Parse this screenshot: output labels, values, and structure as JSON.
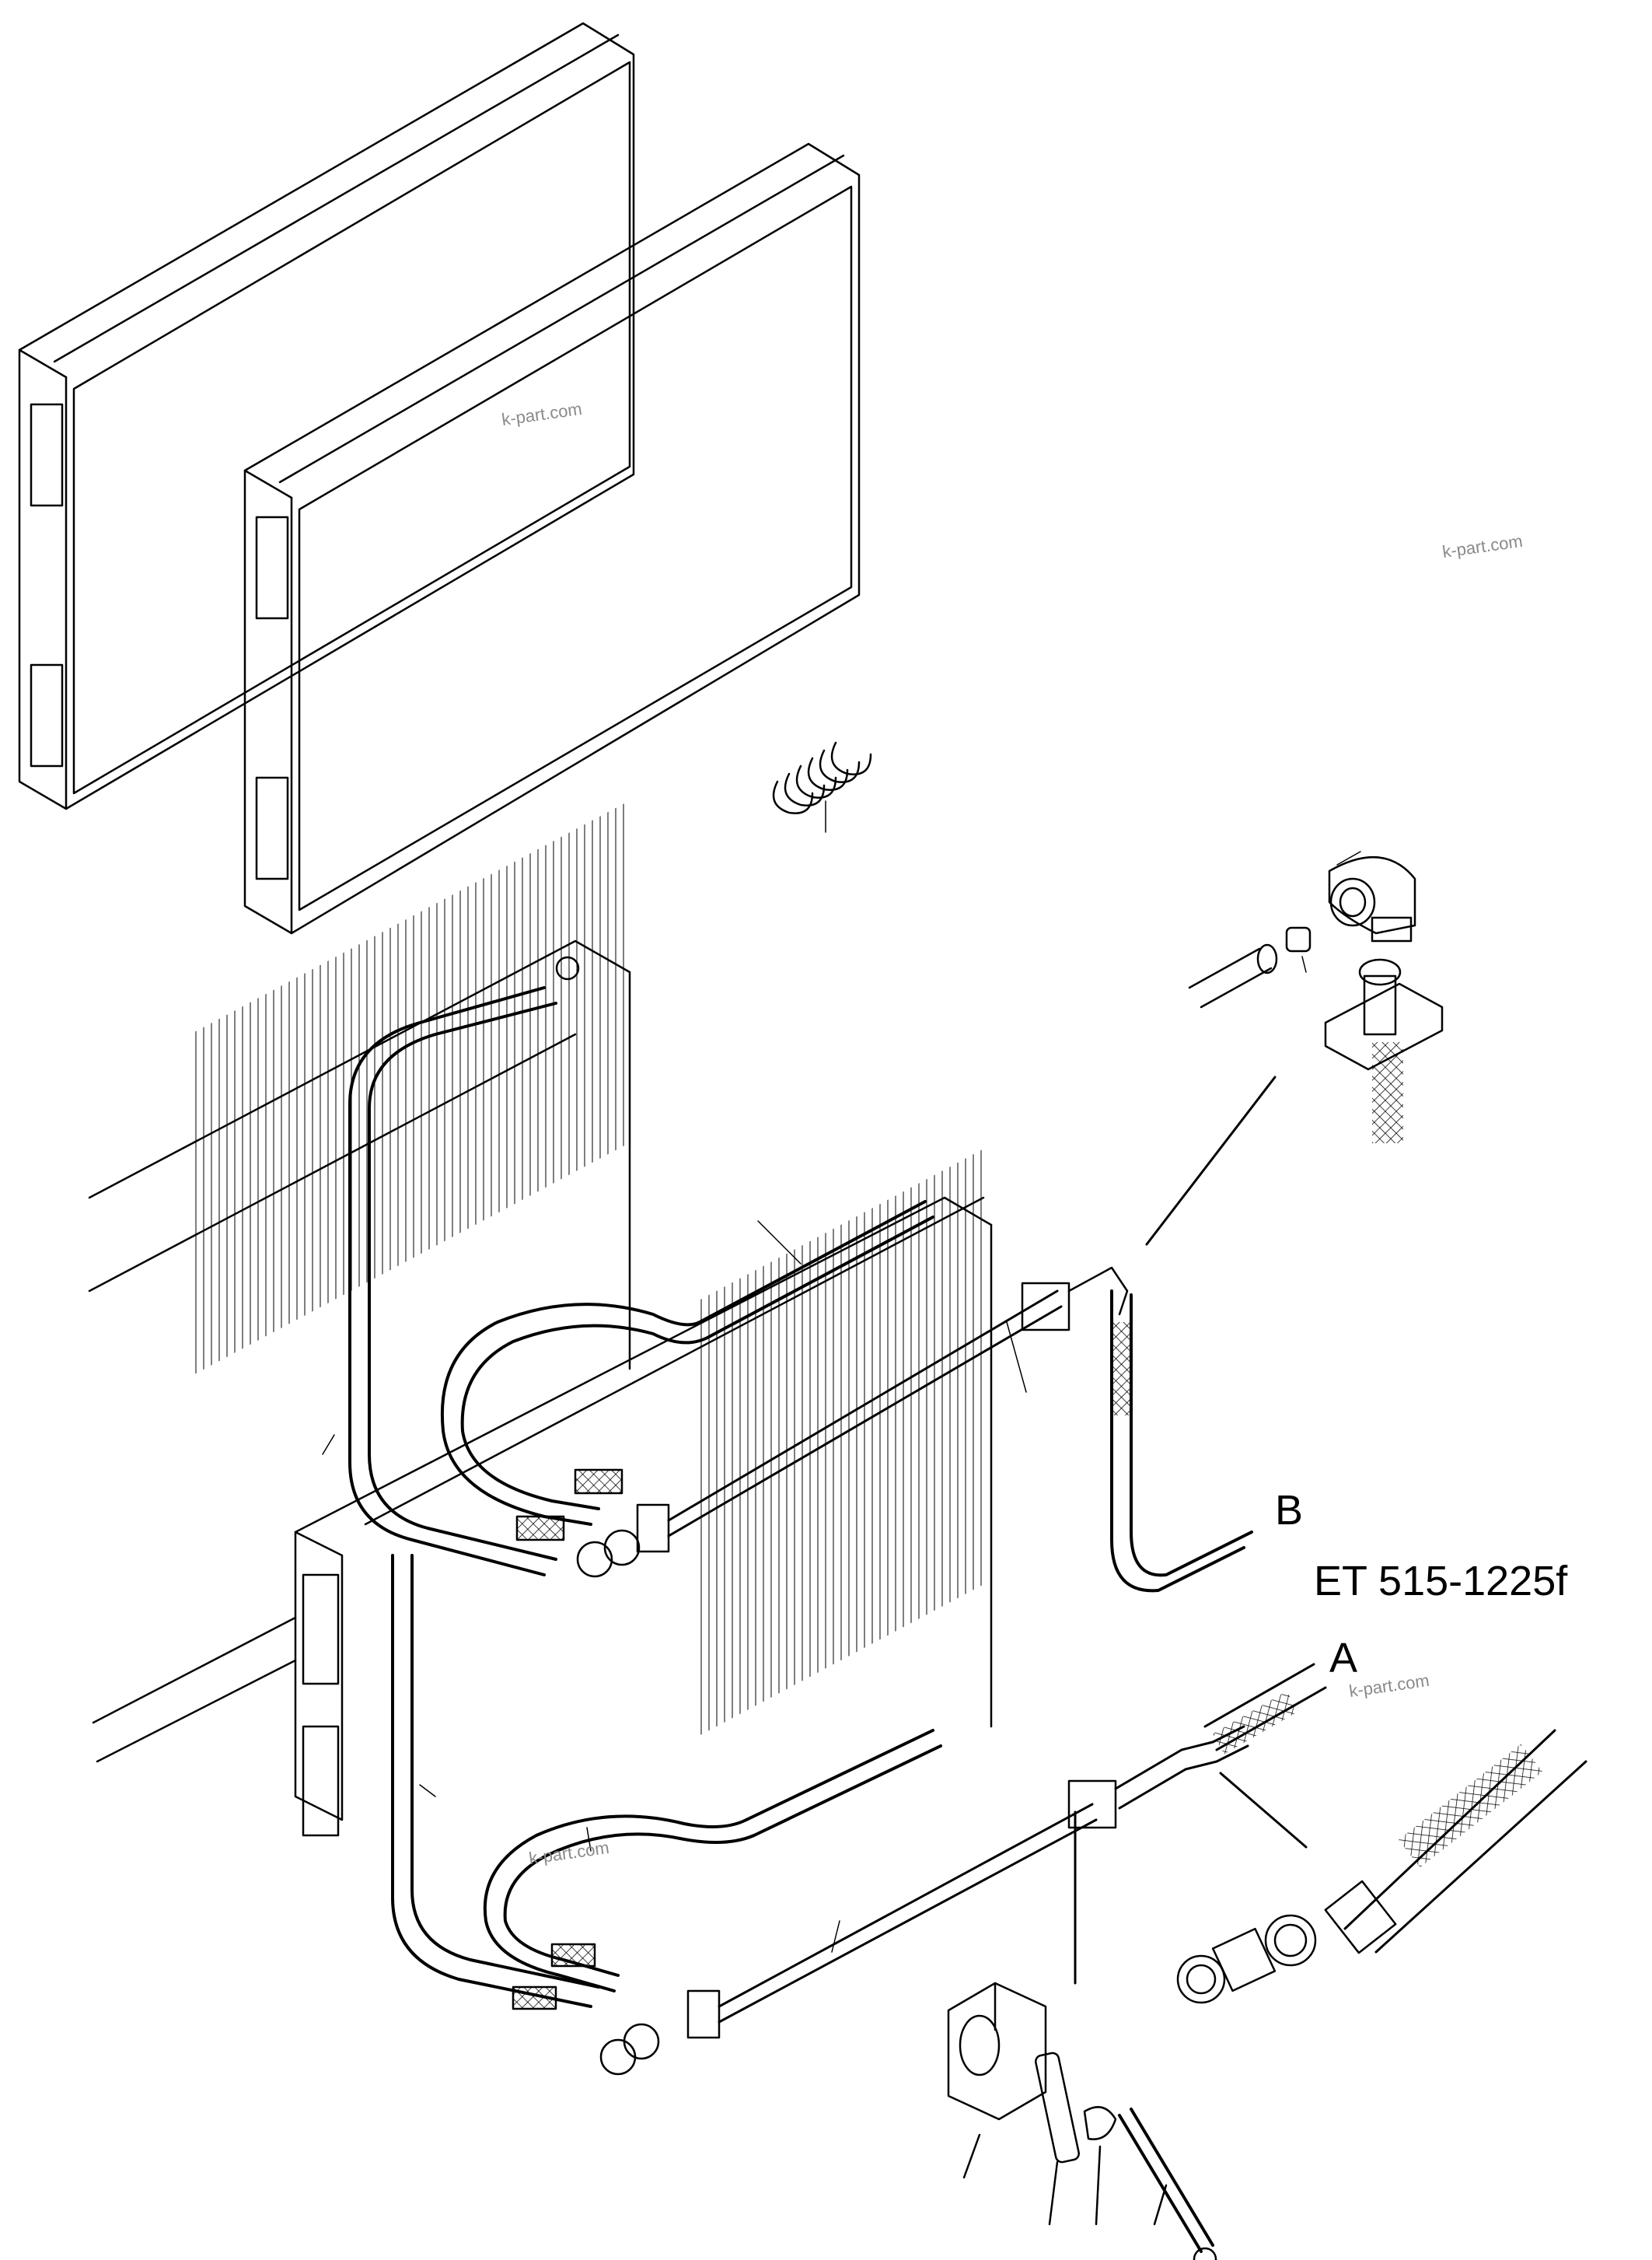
{
  "labels": {
    "b": "B",
    "a": "A",
    "drawing_code": "ET 515-1225f"
  },
  "watermarks": [
    "k-part.com",
    "k-part.com",
    "k-part.com",
    "k-part.com"
  ],
  "colors": {
    "line": "#000000",
    "background": "#ffffff",
    "watermark": "#8a8a8a"
  }
}
